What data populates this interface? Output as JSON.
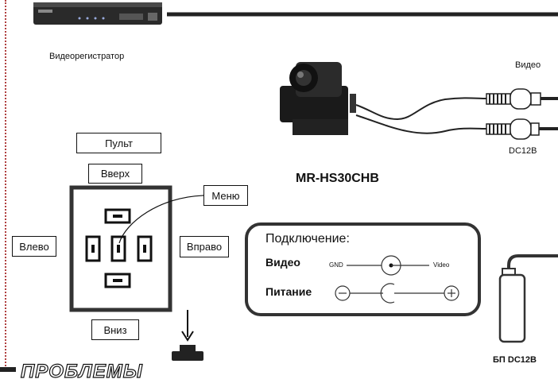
{
  "dvr": {
    "label": "Видеорегистратор"
  },
  "camera": {
    "model": "MR-HS30CHB"
  },
  "cables": {
    "video_label": "Видео",
    "power_label": "DC12B"
  },
  "remote": {
    "title": "Пульт",
    "up": "Вверх",
    "menu": "Меню",
    "left": "Влево",
    "right": "Вправо",
    "down": "Вниз"
  },
  "connection": {
    "title": "Подключение:",
    "video_label": "Видео",
    "power_label": "Питание",
    "gnd_label": "GND",
    "video_pin_label": "Video"
  },
  "psu": {
    "label": "БП  DC12B"
  },
  "footer": {
    "heading": "ПРОБЛЕМЫ"
  }
}
